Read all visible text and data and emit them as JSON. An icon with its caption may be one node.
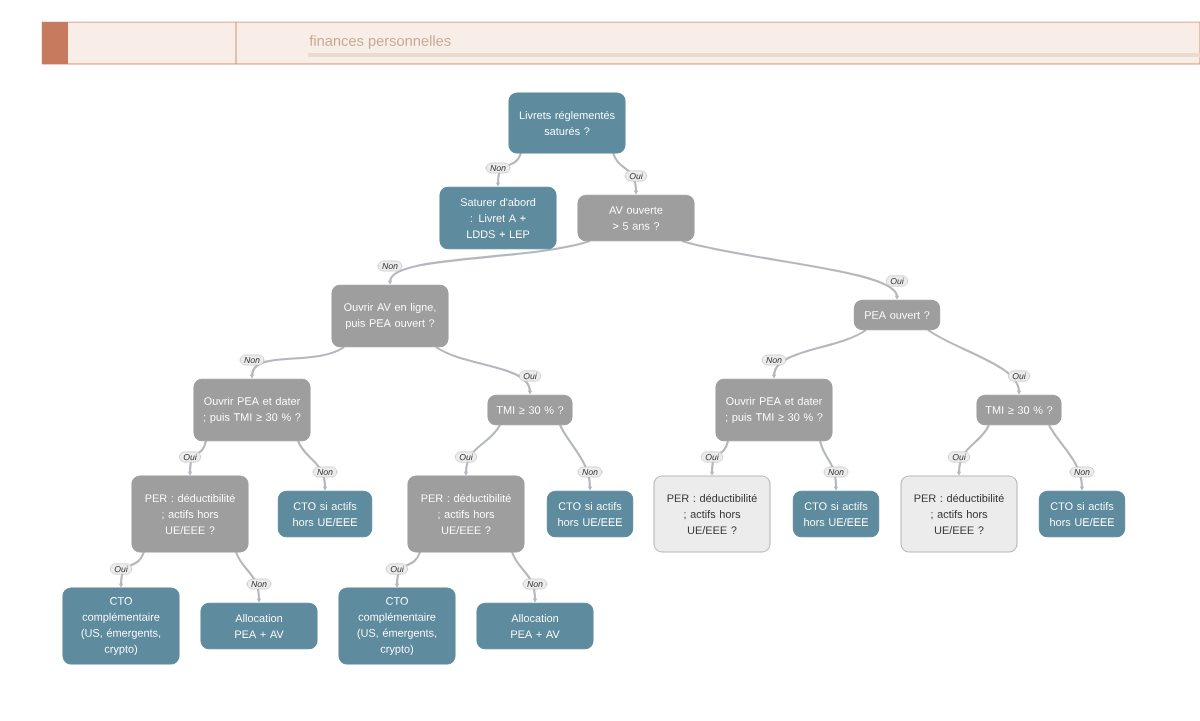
{
  "diagram": {
    "nodes": [
      {
        "text": [
          "Livrets réglementés saturés ?"
        ]
      },
      {
        "text": [
          "Saturer d'abord : Livret A + LDDS + LEP"
        ]
      },
      {
        "text": [
          "AV ouverte > 5 ans ?"
        ]
      },
      {
        "text": [
          "Ouvrir AV en ligne, puis PEA ouvert ?"
        ]
      },
      {
        "text": [
          "PEA ouvert ?"
        ]
      },
      {
        "text": [
          "Ouvrir PEA et dater ; puis TMI ≥ 30 % ?"
        ]
      },
      {
        "text": [
          "TMI ≥ 30 % ?"
        ]
      },
      {
        "text": [
          "Ouvrir PEA et dater ; puis TMI ≥ 30 % ?"
        ]
      },
      {
        "text": [
          "TMI ≥ 30 % ?"
        ]
      },
      {
        "text": [
          "PER : déductibilité ; actifs hors UE/EEE ?"
        ]
      },
      {
        "text": [
          "CTO si actifs hors UE/EEE"
        ]
      },
      {
        "text": [
          "PER : déductibilité ; actifs hors UE/EEE ?"
        ]
      },
      {
        "text": [
          "CTO si actifs hors UE/EEE"
        ]
      },
      {
        "text": [
          "PER : déductibilité ; actifs hors UE/EEE ?"
        ]
      },
      {
        "text": [
          "CTO si actifs hors UE/EEE"
        ]
      },
      {
        "text": [
          "PER : déductibilité ; actifs hors UE/EEE ?"
        ]
      },
      {
        "text": [
          "CTO si actifs hors UE/EEE"
        ]
      },
      {
        "text": [
          "CTO complémentaire (US, émergents, crypto)"
        ]
      },
      {
        "text": [
          "Allocation PEA + AV"
        ]
      },
      {
        "text": [
          "CTO complémentaire (US, émergents, crypto)"
        ]
      },
      {
        "text": [
          "Allocation PEA + AV"
        ]
      }
    ],
    "edges": [
      {
        "from": 0,
        "to": 1,
        "arrow": "to",
        "label": "Non"
      },
      {
        "from": 0,
        "to": 2,
        "arrow": "to",
        "label": "Oui"
      },
      {
        "from": 2,
        "to": 3,
        "arrow": "to",
        "label": "Non"
      },
      {
        "from": 2,
        "to": 4,
        "arrow": "to",
        "label": "Oui"
      },
      {
        "from": 3,
        "to": 5,
        "arrow": "to",
        "label": "Non"
      },
      {
        "from": 3,
        "to": 6,
        "arrow": "to",
        "label": "Oui"
      },
      {
        "from": 4,
        "to": 7,
        "arrow": "to",
        "label": "Non"
      },
      {
        "from": 4,
        "to": 8,
        "arrow": "to",
        "label": "Oui"
      },
      {
        "from": 5,
        "to": 9,
        "arrow": "to",
        "label": "Oui"
      },
      {
        "from": 5,
        "to": 10,
        "arrow": "to",
        "label": "Non"
      },
      {
        "from": 6,
        "to": 11,
        "arrow": "to",
        "label": "Oui"
      },
      {
        "from": 6,
        "to": 12,
        "arrow": "to",
        "label": "Non"
      },
      {
        "from": 7,
        "to": 13,
        "arrow": "to",
        "label": "Oui"
      },
      {
        "from": 7,
        "to": 14,
        "arrow": "to",
        "label": "Non"
      },
      {
        "from": 8,
        "to": 15,
        "arrow": "to",
        "label": "Oui"
      },
      {
        "from": 8,
        "to": 16,
        "arrow": "to",
        "label": "Non"
      },
      {
        "from": 9,
        "to": 17,
        "arrow": "to",
        "label": "Oui"
      },
      {
        "from": 9,
        "to": 18,
        "arrow": "to",
        "label": "Non"
      },
      {
        "from": 11,
        "to": 19,
        "arrow": "to",
        "label": "Oui"
      },
      {
        "from": 11,
        "to": 20,
        "arrow": "to",
        "label": "Non"
      }
    ],
    "labels": [
      "finances personnelles"
    ]
  }
}
